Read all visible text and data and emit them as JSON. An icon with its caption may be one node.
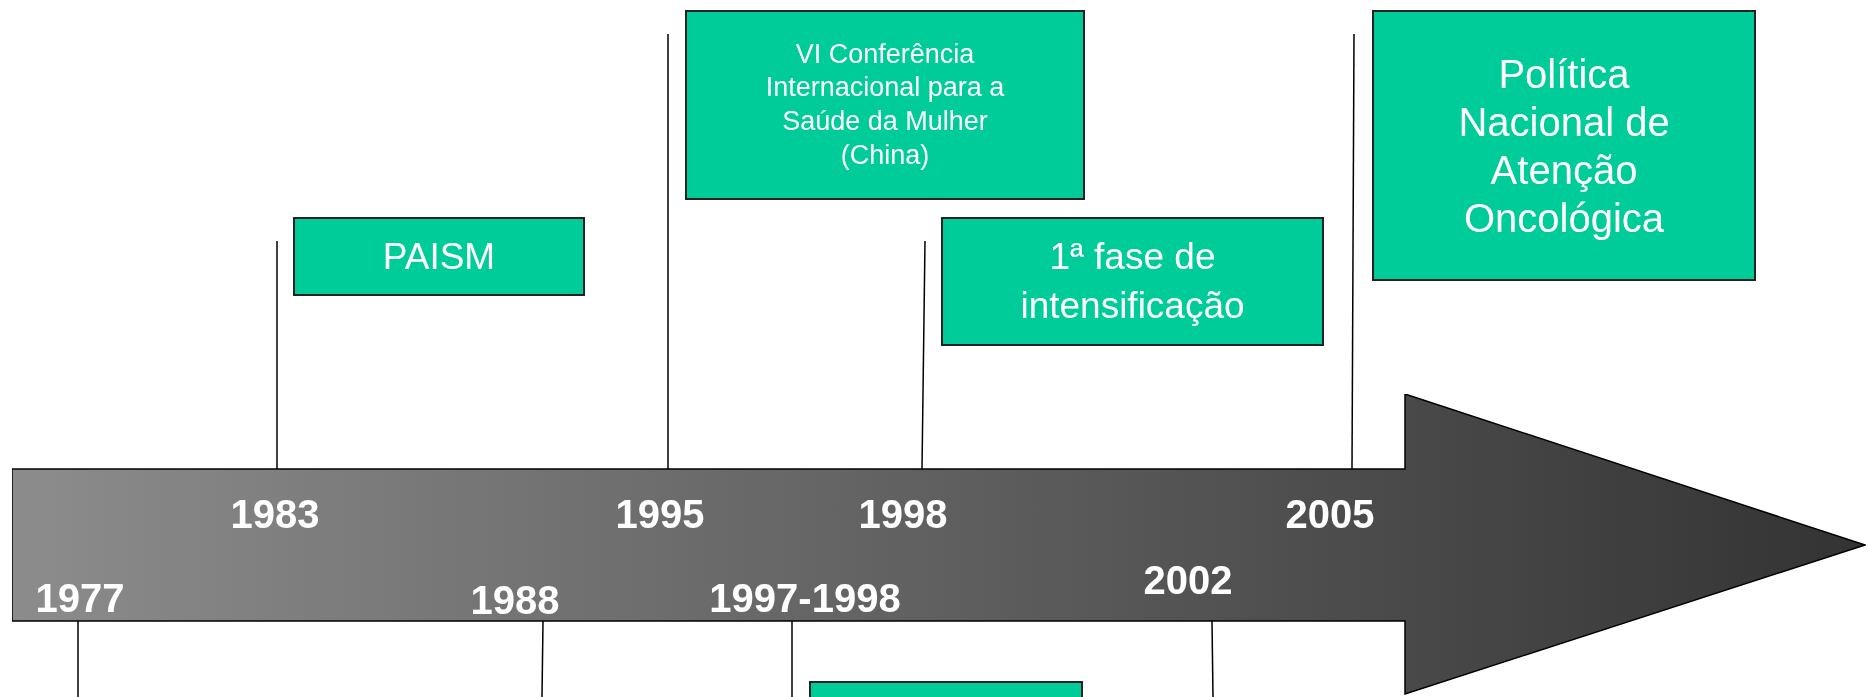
{
  "diagram": {
    "nodes": [
      {
        "text": [],
        "shape": "arrow"
      },
      {
        "text": [
          "1983"
        ],
        "in": 0
      },
      {
        "text": [
          "1995"
        ],
        "in": 0
      },
      {
        "text": [
          "1998"
        ],
        "in": 0
      },
      {
        "text": [
          "2005"
        ],
        "in": 0
      },
      {
        "text": [
          "1977"
        ],
        "in": 0
      },
      {
        "text": [
          "1988"
        ],
        "in": 0
      },
      {
        "text": [
          "1997-1998"
        ],
        "in": 0
      },
      {
        "text": [
          "2002"
        ],
        "in": 0
      },
      {
        "text": [
          "PAISM"
        ]
      },
      {
        "text": [
          "VI Conferência Internacional para a Saúde da Mulher (China)"
        ]
      },
      {
        "text": [
          "1ª fase de intensificação"
        ]
      },
      {
        "text": [
          "Política Nacional de Atenção Oncológica"
        ]
      },
      {
        "text": [],
        "shape": "box"
      }
    ],
    "edges": [
      {
        "from": 9,
        "to": 0,
        "arrow": "none"
      },
      {
        "from": 10,
        "to": 0,
        "arrow": "none"
      },
      {
        "from": 11,
        "to": 0,
        "arrow": "none"
      },
      {
        "from": 12,
        "to": 0,
        "arrow": "none"
      },
      {
        "from": 0,
        "to": null,
        "arrow": "none"
      },
      {
        "from": 0,
        "to": null,
        "arrow": "none"
      },
      {
        "from": 0,
        "to": 13,
        "arrow": "none"
      },
      {
        "from": 0,
        "to": null,
        "arrow": "none"
      }
    ]
  }
}
